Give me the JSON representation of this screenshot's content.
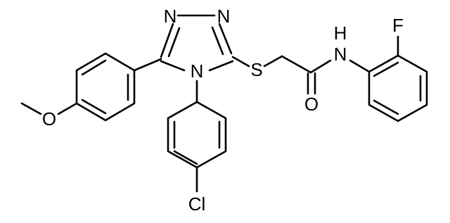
{
  "molecule": {
    "atoms": {
      "n1": "N",
      "n2": "N",
      "n4": "N",
      "s": "S",
      "o_carbonyl": "O",
      "nh_n": "N",
      "nh_h": "H",
      "f": "F",
      "o_methoxy": "O",
      "cl": "Cl"
    }
  }
}
